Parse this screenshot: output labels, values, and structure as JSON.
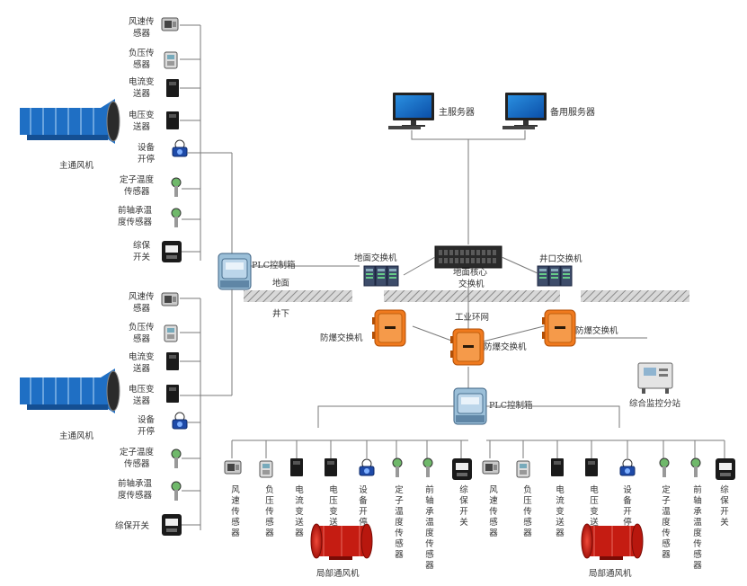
{
  "servers": {
    "main_label": "主服务器",
    "backup_label": "备用服务器"
  },
  "ground": {
    "core_label_1": "地面核心",
    "core_label_2": "交换机",
    "switch_label": "地面交换机",
    "wellhead_switch_label": "井口交换机",
    "above_label": "地面",
    "below_label": "井下",
    "ring_label": "工业环网"
  },
  "explosion_switch": {
    "left": "防爆交换机",
    "center": "防爆交换机",
    "right": "防爆交换机"
  },
  "plc": {
    "top_label": "PLC控制箱",
    "bottom_label": "PLC控制箱"
  },
  "monitor_substation_label": "综合监控分站",
  "main_fan_label": "主通风机",
  "local_fan_label": "局部通风机",
  "left_sensors": [
    {
      "l1": "风速传",
      "l2": "感器"
    },
    {
      "l1": "负压传",
      "l2": "感器"
    },
    {
      "l1": "电流变",
      "l2": "送器"
    },
    {
      "l1": "电压变",
      "l2": "送器"
    },
    {
      "l1": "设备",
      "l2": "开停"
    },
    {
      "l1": "定子温度",
      "l2": "传感器"
    },
    {
      "l1": "前轴承温",
      "l2": "度传感器"
    },
    {
      "l1": "综保",
      "l2": "开关"
    }
  ],
  "left_sensors_lower_last": "综保开关",
  "bottom_sensors": [
    "风速传感器",
    "负压传感器",
    "电流变送器",
    "电压变送器",
    "设备开停",
    "定子温度传感器",
    "前轴承温度传感器",
    "综保开关"
  ],
  "colors": {
    "fan_blue": "#1f6fc4",
    "fan_red": "#d9261c",
    "switch_orange": "#f07a1e",
    "plc_blue": "#7aa6c8",
    "hatch": "#9a9a9a",
    "line": "#7a7a7a"
  }
}
